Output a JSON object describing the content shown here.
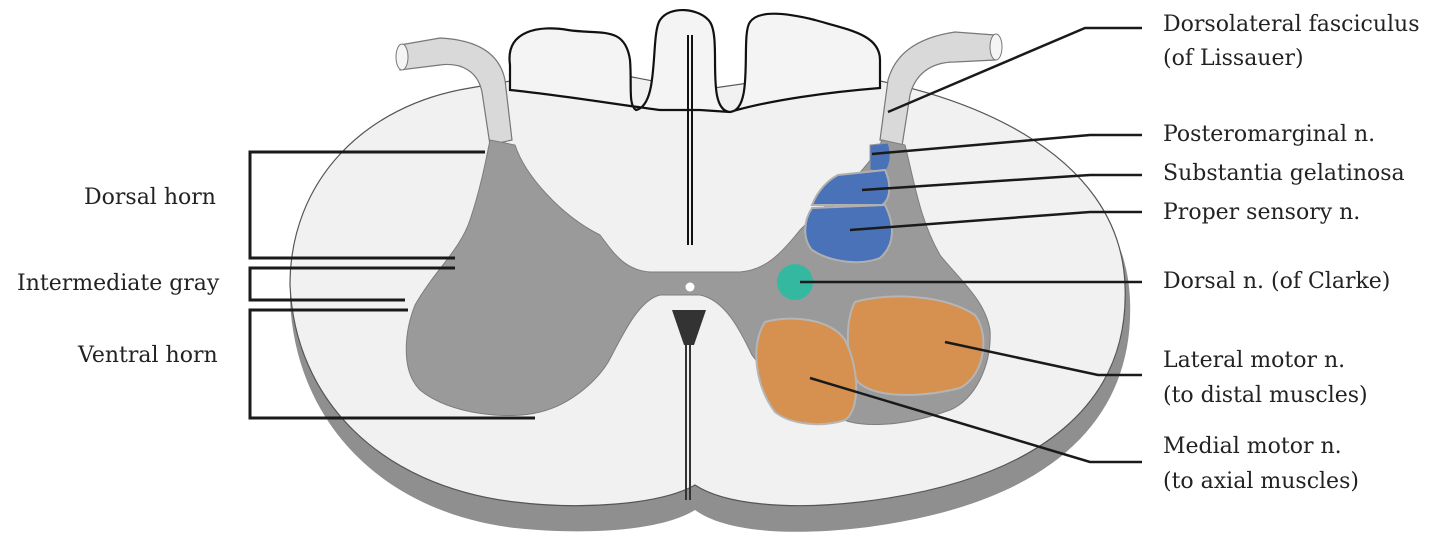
{
  "labels_left": {
    "dorsal_horn": "Dorsal horn",
    "intermediate_gray": "Intermediate gray",
    "ventral_horn": "Ventral horn"
  },
  "labels_right": {
    "dorsolateral_fasciculus": [
      "Dorsolateral fasciculus",
      "(of Lissauer)"
    ],
    "posteromarginal": "Posteromarginal n.",
    "substantia_gelatinosa": "Substantia gelatinosa",
    "proper_sensory": "Proper sensory n.",
    "dorsal_clarke": "Dorsal n. (of Clarke)",
    "lateral_motor": [
      "Lateral motor n.",
      "(to distal muscles)"
    ],
    "medial_motor": [
      "Medial motor n.",
      "(to axial muscles)"
    ]
  },
  "colors": {
    "white_matter": "#f1f1f1",
    "gray_matter": "#9a9a9a",
    "sensory_nuclei": "#4a72b8",
    "clarke_nucleus": "#35b8a0",
    "motor_nuclei": "#d6904f",
    "outline": "#1a1a1a"
  }
}
